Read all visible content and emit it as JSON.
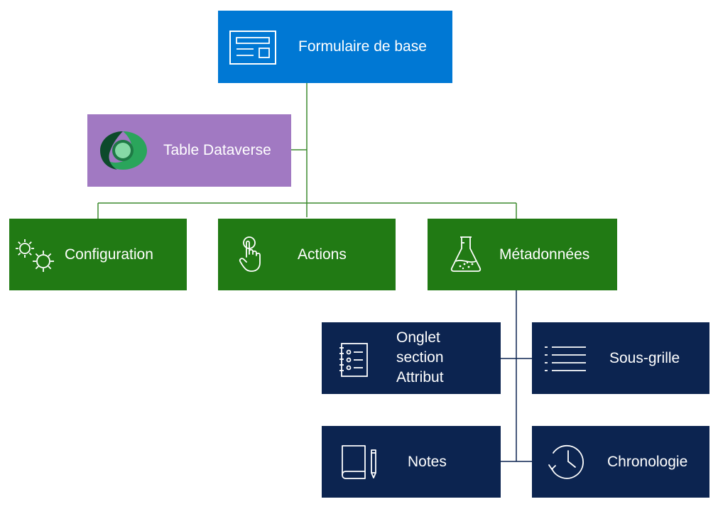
{
  "colors": {
    "root": "#0078d4",
    "source": "#a179c2",
    "primary": "#217a14",
    "secondary": "#0c2450",
    "connector_green": "#2e7d32",
    "connector_navy": "#0c2450"
  },
  "root": {
    "label": "Formulaire de base",
    "icon": "form-icon"
  },
  "source": {
    "label": "Table Dataverse",
    "icon": "dataverse-logo"
  },
  "primary": [
    {
      "label": "Configuration",
      "icon": "gears-icon"
    },
    {
      "label": "Actions",
      "icon": "touch-icon"
    },
    {
      "label": "Métadonnées",
      "icon": "flask-icon"
    }
  ],
  "metadata_children": [
    {
      "lines": [
        "Onglet",
        "section",
        "Attribut"
      ],
      "icon": "notebook-list-icon"
    },
    {
      "label": "Sous-grille",
      "icon": "list-icon"
    },
    {
      "label": "Notes",
      "icon": "book-pencil-icon"
    },
    {
      "label": "Chronologie",
      "icon": "clock-icon"
    }
  ]
}
